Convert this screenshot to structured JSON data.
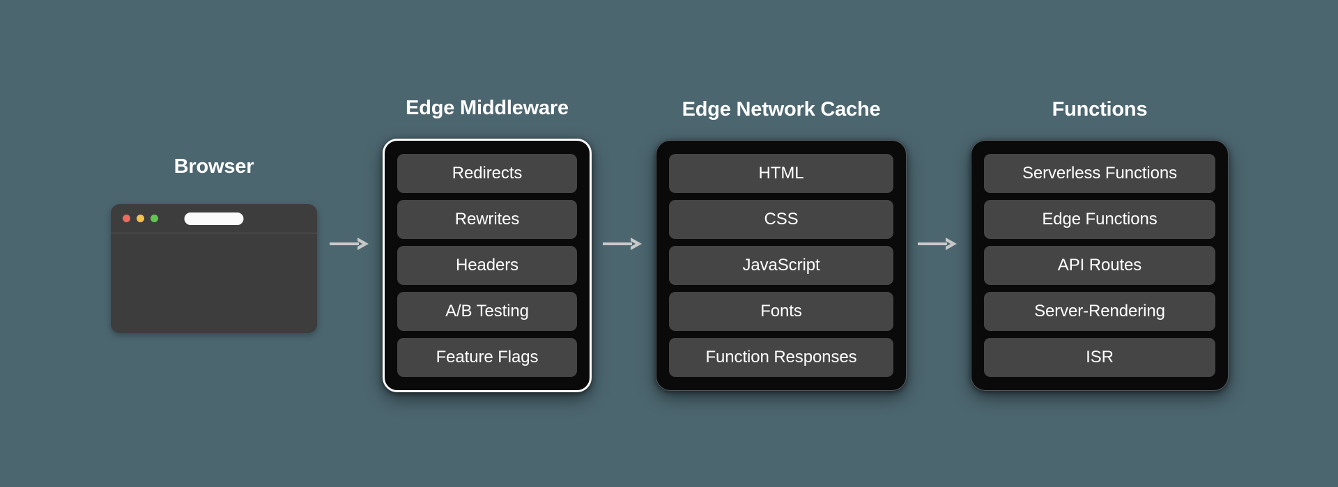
{
  "background_color": "#4c6670",
  "card_background": "#0a0a0a",
  "chip_background": "#454545",
  "highlight_border_color": "#ffffff",
  "arrow_color": "#c9c9c9",
  "browser": {
    "title": "Browser",
    "traffic_lights": [
      {
        "name": "close",
        "color": "#ed6a5e"
      },
      {
        "name": "minimize",
        "color": "#f4bf4f"
      },
      {
        "name": "maximize",
        "color": "#61c554"
      }
    ],
    "url_value": ""
  },
  "arrows": [
    {
      "name": "browser-to-middleware",
      "glyph": "→"
    },
    {
      "name": "middleware-to-cache",
      "glyph": "→"
    },
    {
      "name": "cache-to-functions",
      "glyph": "→"
    }
  ],
  "stages": [
    {
      "id": "edge-middleware",
      "title": "Edge Middleware",
      "highlighted": true,
      "items": [
        "Redirects",
        "Rewrites",
        "Headers",
        "A/B Testing",
        "Feature Flags"
      ]
    },
    {
      "id": "edge-network-cache",
      "title": "Edge Network Cache",
      "highlighted": false,
      "items": [
        "HTML",
        "CSS",
        "JavaScript",
        "Fonts",
        "Function Responses"
      ]
    },
    {
      "id": "functions",
      "title": "Functions",
      "highlighted": false,
      "items": [
        "Serverless Functions",
        "Edge Functions",
        "API Routes",
        "Server-Rendering",
        "ISR"
      ]
    }
  ]
}
